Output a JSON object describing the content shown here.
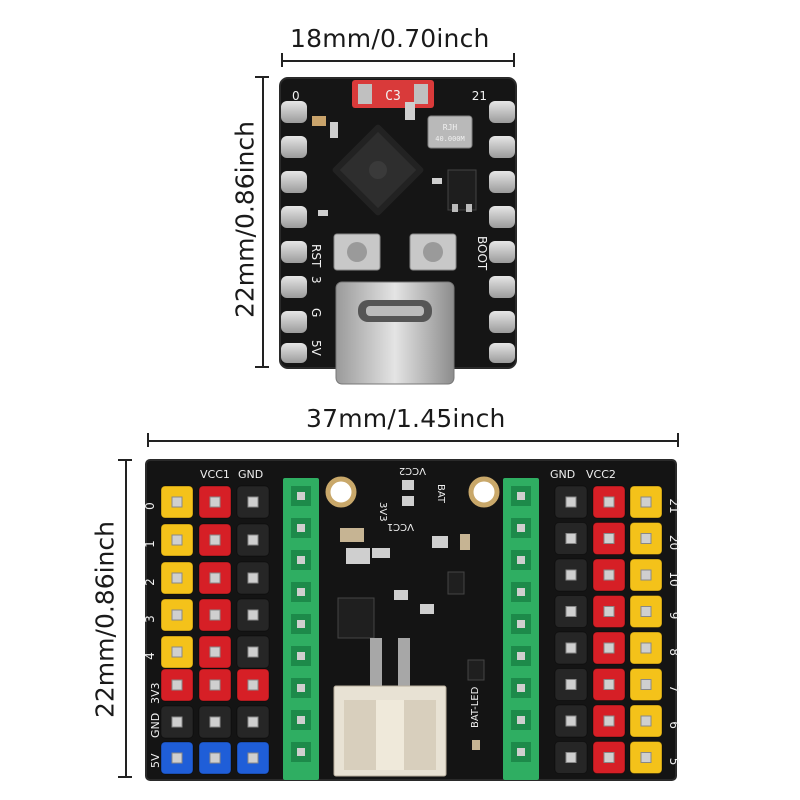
{
  "top_board": {
    "width_label": "18mm/0.70inch",
    "height_label": "22mm/0.86inch",
    "chip_label": "C3",
    "pin_left_top": "0",
    "pin_right_top": "21",
    "rst_label": "RST",
    "boot_label": "BOOT",
    "pin3_label": "3",
    "gnd_label": "G",
    "v5_label": "5V",
    "crystal_label_1": "RJH",
    "crystal_label_2": "40.000M"
  },
  "bottom_board": {
    "width_label": "37mm/1.45inch",
    "height_label": "22mm/0.86inch",
    "header_vcc1": "VCC1",
    "header_gnd_left": "GND",
    "header_gnd_right": "GND",
    "header_vcc2": "VCC2",
    "left_pins": [
      "0",
      "1",
      "2",
      "3",
      "4"
    ],
    "right_pins": [
      "21",
      "20",
      "10",
      "9",
      "8",
      "7",
      "6",
      "5"
    ],
    "side_3v3": "3V3",
    "side_gnd": "GND",
    "side_5v": "5V",
    "center_vcc2": "VCC2",
    "center_3v3": "3V3",
    "center_bat": "BAT",
    "center_vcc1": "VCC1",
    "bat_led": "BAT-LED"
  }
}
